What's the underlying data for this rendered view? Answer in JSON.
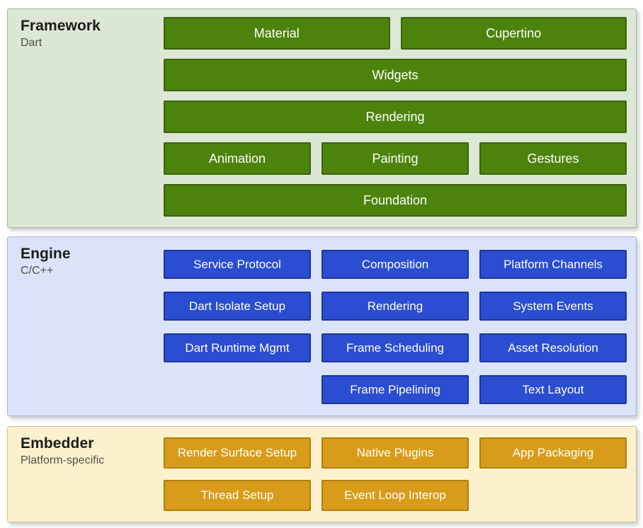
{
  "diagram": {
    "name": "Flutter architecture layers",
    "page_background": "#ffffff",
    "box_text_color": "#ffffff"
  },
  "sections": [
    {
      "id": "framework",
      "title": "Framework",
      "subtitle": "Dart",
      "colors": {
        "bg": "#dde7d6",
        "border": "#a3ba8d",
        "box_bg": "#4c830d",
        "box_border": "#3b630c"
      },
      "rows": [
        {
          "layout": "flex",
          "boxes": [
            {
              "label": "Material"
            },
            {
              "label": "Cupertino"
            }
          ]
        },
        {
          "layout": "flex",
          "boxes": [
            {
              "label": "Widgets"
            }
          ]
        },
        {
          "layout": "flex",
          "boxes": [
            {
              "label": "Rendering"
            }
          ]
        },
        {
          "layout": "flex",
          "boxes": [
            {
              "label": "Animation"
            },
            {
              "label": "Painting"
            },
            {
              "label": "Gestures"
            }
          ]
        },
        {
          "layout": "flex",
          "boxes": [
            {
              "label": "Foundation"
            }
          ]
        }
      ]
    },
    {
      "id": "engine",
      "title": "Engine",
      "subtitle": "C/C++",
      "colors": {
        "bg": "#dbe3f8",
        "border": "#a8b5d9",
        "box_bg": "#2b4dd1",
        "box_border": "#1f339d"
      },
      "rows": [
        {
          "layout": "grid",
          "boxes": [
            {
              "label": "Service Protocol",
              "col": 1
            },
            {
              "label": "Composition",
              "col": 2
            },
            {
              "label": "Platform Channels",
              "col": 3
            }
          ]
        },
        {
          "layout": "grid",
          "boxes": [
            {
              "label": "Dart Isolate Setup",
              "col": 1
            },
            {
              "label": "Rendering",
              "col": 2
            },
            {
              "label": "System Events",
              "col": 3
            }
          ]
        },
        {
          "layout": "grid",
          "boxes": [
            {
              "label": "Dart Runtime Mgmt",
              "col": 1
            },
            {
              "label": "Frame Scheduling",
              "col": 2
            },
            {
              "label": "Asset Resolution",
              "col": 3
            }
          ]
        },
        {
          "layout": "grid",
          "boxes": [
            {
              "label": "Frame Pipelining",
              "col": 2
            },
            {
              "label": "Text Layout",
              "col": 3
            }
          ]
        }
      ]
    },
    {
      "id": "embedder",
      "title": "Embedder",
      "subtitle": "Platform-specific",
      "colors": {
        "bg": "#fbf1cc",
        "border": "#d5c385",
        "box_bg": "#d89c1a",
        "box_border": "#b17d10"
      },
      "rows": [
        {
          "layout": "grid",
          "boxes": [
            {
              "label": "Render Surface Setup",
              "col": 1
            },
            {
              "label": "Native Plugins",
              "col": 2
            },
            {
              "label": "App Packaging",
              "col": 3
            }
          ]
        },
        {
          "layout": "grid",
          "boxes": [
            {
              "label": "Thread Setup",
              "col": 1
            },
            {
              "label": "Event Loop Interop",
              "col": 2
            }
          ]
        }
      ]
    }
  ]
}
